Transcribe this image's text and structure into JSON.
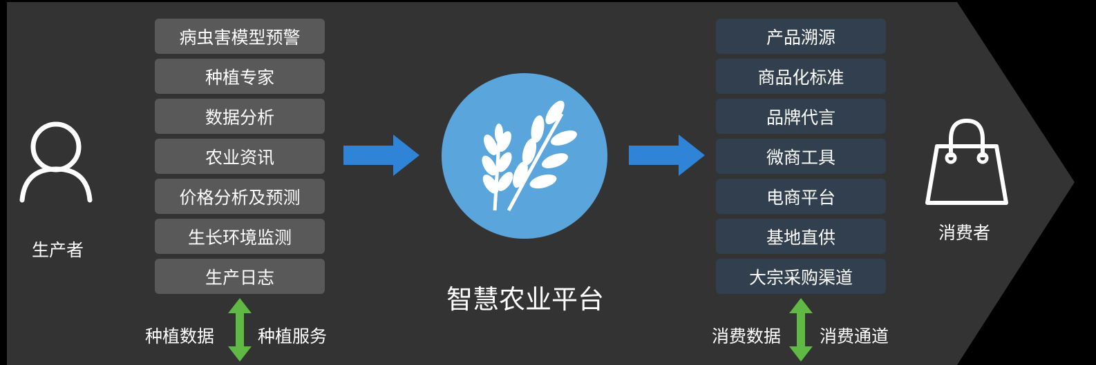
{
  "producer": {
    "label": "生产者"
  },
  "consumer": {
    "label": "消费者"
  },
  "platform": {
    "title": "智慧农业平台"
  },
  "left_services": [
    "病虫害模型预警",
    "种植专家",
    "数据分析",
    "农业资讯",
    "价格分析及预测",
    "生长环境监测",
    "生产日志"
  ],
  "right_services": [
    "产品溯源",
    "商品化标准",
    "品牌代言",
    "微商工具",
    "电商平台",
    "基地直供",
    "大宗采购渠道"
  ],
  "left_flow": {
    "up_label": "种植数据",
    "down_label": "种植服务"
  },
  "right_flow": {
    "up_label": "消费数据",
    "down_label": "消费通道"
  },
  "colors": {
    "background_arrow": "#333333",
    "left_box": "#595959",
    "right_box": "#323f4f",
    "blue_arrow": "#2f84d8",
    "platform_circle": "#5aa6dc",
    "green_arrow": "#5fb944"
  }
}
